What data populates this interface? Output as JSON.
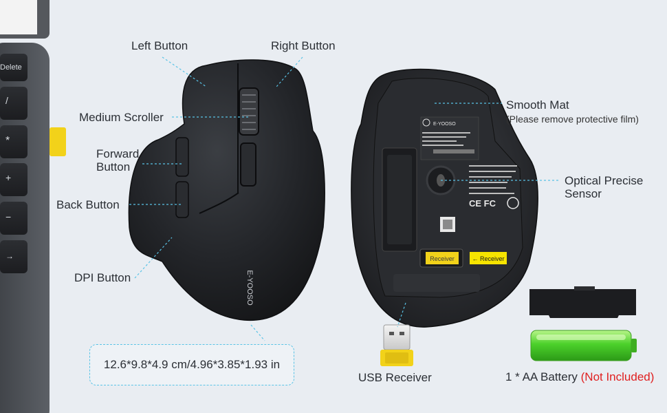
{
  "labels": {
    "left_button": "Left Button",
    "right_button": "Right Button",
    "medium_scroller": "Medium Scroller",
    "forward_button_line1": "Forward",
    "forward_button_line2": "Button",
    "back_button": "Back Button",
    "dpi_button": "DPI Button",
    "smooth_mat": "Smooth Mat",
    "smooth_mat_note": "(Please remove protective film)",
    "optical_sensor_line1": "Optical Precise",
    "optical_sensor_line2": "Sensor",
    "usb_receiver": "USB Receiver",
    "battery": "1 * AA Battery ",
    "battery_note": "(Not Included)",
    "dimensions": "12.6*9.8*4.9 cm/4.96*3.85*1.93 in"
  },
  "keyboard_keys": [
    "Delete",
    "/",
    "*",
    "+",
    "−",
    "→"
  ],
  "mouse_brand": "E-YOOSO",
  "bottom_panel": {
    "brand": "E-YOOSO",
    "receiver_slot": "Receiver",
    "receiver_arrow": "← Receiver",
    "certs": "CE FC"
  },
  "colors": {
    "background": "#e9edf2",
    "leader_line": "#59c3e6",
    "mouse_body": "#1f2124",
    "receiver_yellow": "#f2d21a",
    "battery_green": "#4cd12b",
    "warning_red": "#e02020"
  }
}
